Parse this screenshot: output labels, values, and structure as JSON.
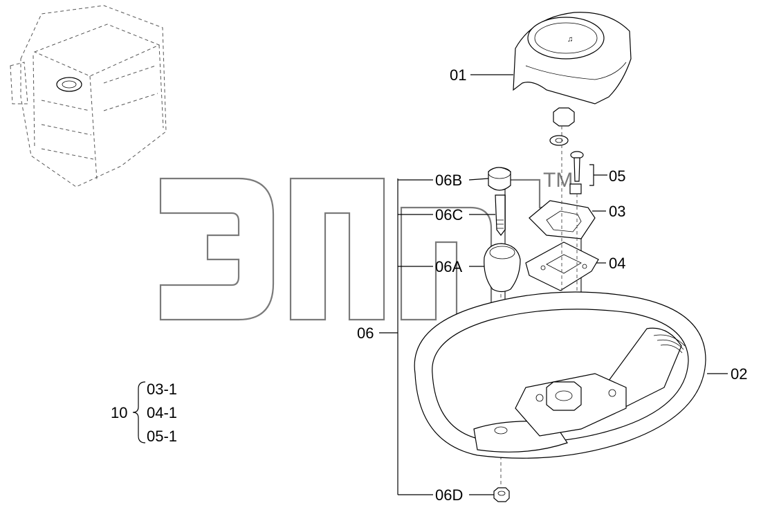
{
  "labels": {
    "p01": "01",
    "p02": "02",
    "p03": "03",
    "p04": "04",
    "p05": "05",
    "p06": "06",
    "p06A": "06A",
    "p06B": "06B",
    "p06C": "06C",
    "p06D": "06D"
  },
  "kit": {
    "number": "10",
    "items": [
      "03-1",
      "04-1",
      "05-1"
    ]
  },
  "watermark": {
    "mark": "TM"
  },
  "colors": {
    "line": "#000000",
    "watermark": "#7a7a7a",
    "background": "#ffffff"
  }
}
